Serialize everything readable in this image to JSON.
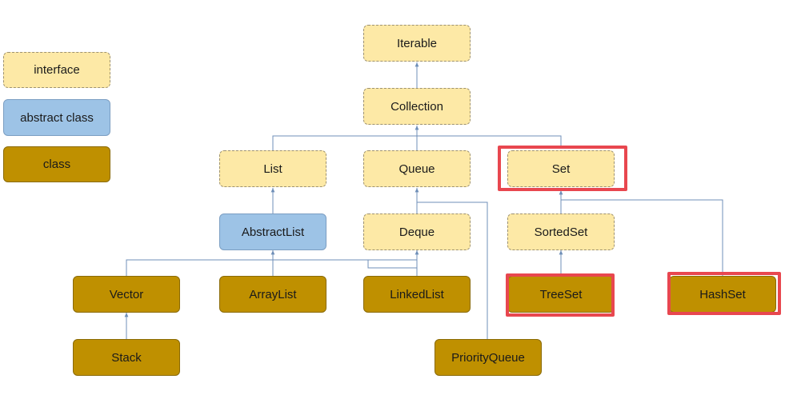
{
  "legend": {
    "interface": "interface",
    "abstract_class": "abstract class",
    "class": "class"
  },
  "nodes": {
    "iterable": "Iterable",
    "collection": "Collection",
    "list": "List",
    "queue": "Queue",
    "set": "Set",
    "abstract_list": "AbstractList",
    "deque": "Deque",
    "sorted_set": "SortedSet",
    "vector": "Vector",
    "array_list": "ArrayList",
    "linked_list": "LinkedList",
    "tree_set": "TreeSet",
    "hash_set": "HashSet",
    "stack": "Stack",
    "priority_queue": "PriorityQueue"
  },
  "colors": {
    "interface": "#fde9a6",
    "abstract_class": "#9dc3e6",
    "class": "#bf9000",
    "highlight": "#e8474f",
    "connector": "#6f8fb8"
  }
}
